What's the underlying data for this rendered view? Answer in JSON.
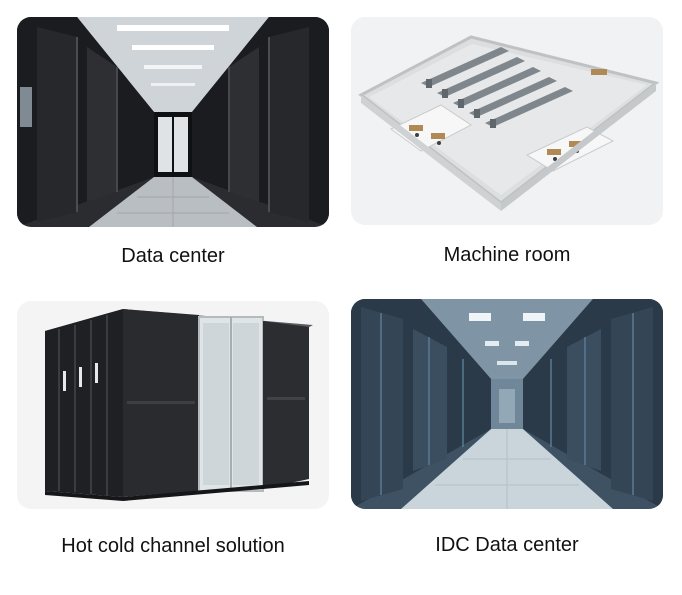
{
  "tiles": [
    {
      "caption": "Data center",
      "icon": "server-aisle-photo"
    },
    {
      "caption": "Machine room",
      "icon": "floor-plan-render"
    },
    {
      "caption": "Hot cold channel solution",
      "icon": "cabinet-enclosure-photo"
    },
    {
      "caption": "IDC Data center",
      "icon": "blue-server-aisle-photo"
    }
  ],
  "colors": {
    "caption_text": "#111111",
    "background": "#ffffff",
    "rack_dark": "#1c1d20",
    "idc_blue": "#5b7a93"
  }
}
